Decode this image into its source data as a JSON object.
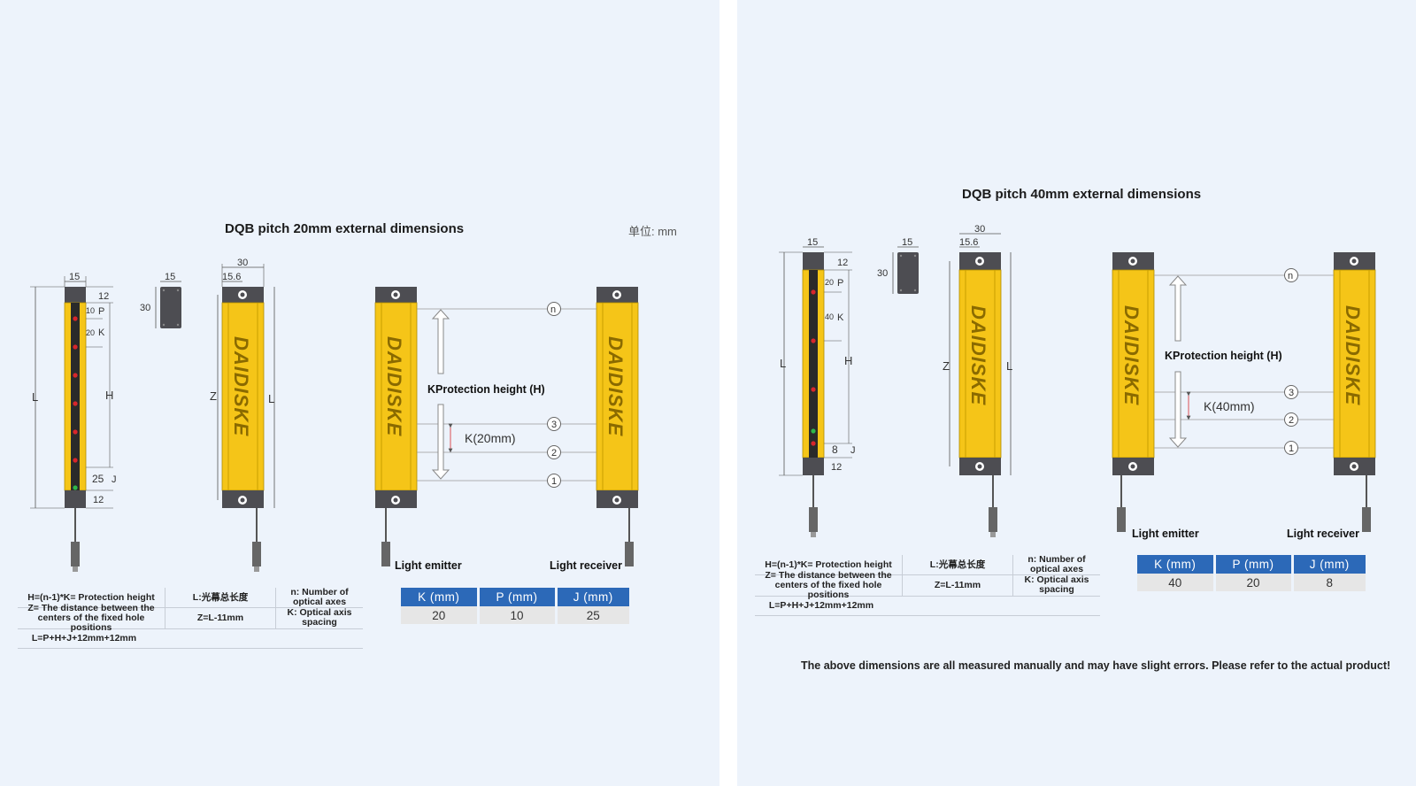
{
  "left": {
    "title": "DQB pitch 20mm external dimensions",
    "unit": "单位: mm",
    "dims": {
      "w15": "15",
      "w30": "30",
      "w15_6": "15.6",
      "h30": "30",
      "d12": "12",
      "p10": "10",
      "pLetter": "P",
      "k20": "20",
      "kLetter": "K",
      "j25": "25",
      "jLetter": "J",
      "b12": "12",
      "L": "L",
      "H": "H",
      "Z": "Z"
    },
    "brand": "DAIDISKE",
    "annotation": {
      "protection": "KProtection height (H)",
      "pitch": "K(20mm)"
    },
    "beams": [
      "n",
      "3",
      "2",
      "1"
    ],
    "emitter": "Light emitter",
    "receiver": "Light receiver",
    "formulas": {
      "r1c1": "H=(n-1)*K= Protection height",
      "r1c2": "L:光幕总长度",
      "r1c3": "n: Number of optical axes",
      "r2c1": "Z= The distance between the centers of the fixed hole positions",
      "r2c2": "Z=L-11mm",
      "r2c3": "K: Optical axis spacing",
      "r3c1": "L=P+H+J+12mm+12mm"
    },
    "spec": {
      "headers": [
        "K (mm)",
        "P (mm)",
        "J (mm)"
      ],
      "values": [
        "20",
        "10",
        "25"
      ]
    }
  },
  "right": {
    "title": "DQB pitch 40mm external dimensions",
    "dims": {
      "w15": "15",
      "w30": "30",
      "w15_6": "15.6",
      "h30": "30",
      "d12": "12",
      "p20": "20",
      "pLetter": "P",
      "k40": "40",
      "kLetter": "K",
      "j8": "8",
      "jLetter": "J",
      "b12": "12",
      "L": "L",
      "H": "H",
      "Z": "Z"
    },
    "brand": "DAIDISKE",
    "annotation": {
      "protection": "KProtection height (H)",
      "pitch": "K(40mm)"
    },
    "beams": [
      "n",
      "3",
      "2",
      "1"
    ],
    "emitter": "Light emitter",
    "receiver": "Light receiver",
    "formulas": {
      "r1c1": "H=(n-1)*K= Protection height",
      "r1c2": "L:光幕总长度",
      "r1c3": "n: Number of optical axes",
      "r2c1": "Z= The distance between the centers of the fixed hole positions",
      "r2c2": "Z=L-11mm",
      "r2c3": "K: Optical axis spacing",
      "r3c1": "L=P+H+J+12mm+12mm"
    },
    "spec": {
      "headers": [
        "K (mm)",
        "P (mm)",
        "J (mm)"
      ],
      "values": [
        "40",
        "20",
        "8"
      ]
    },
    "note": "The above dimensions are all measured manually and may have slight errors. Please refer to the actual product!"
  },
  "colors": {
    "housing": "#f5c518",
    "cap": "#4d4d52",
    "bar": "#2c69b8",
    "ledRed": "#d8262c",
    "ledGreen": "#2fb84a"
  }
}
